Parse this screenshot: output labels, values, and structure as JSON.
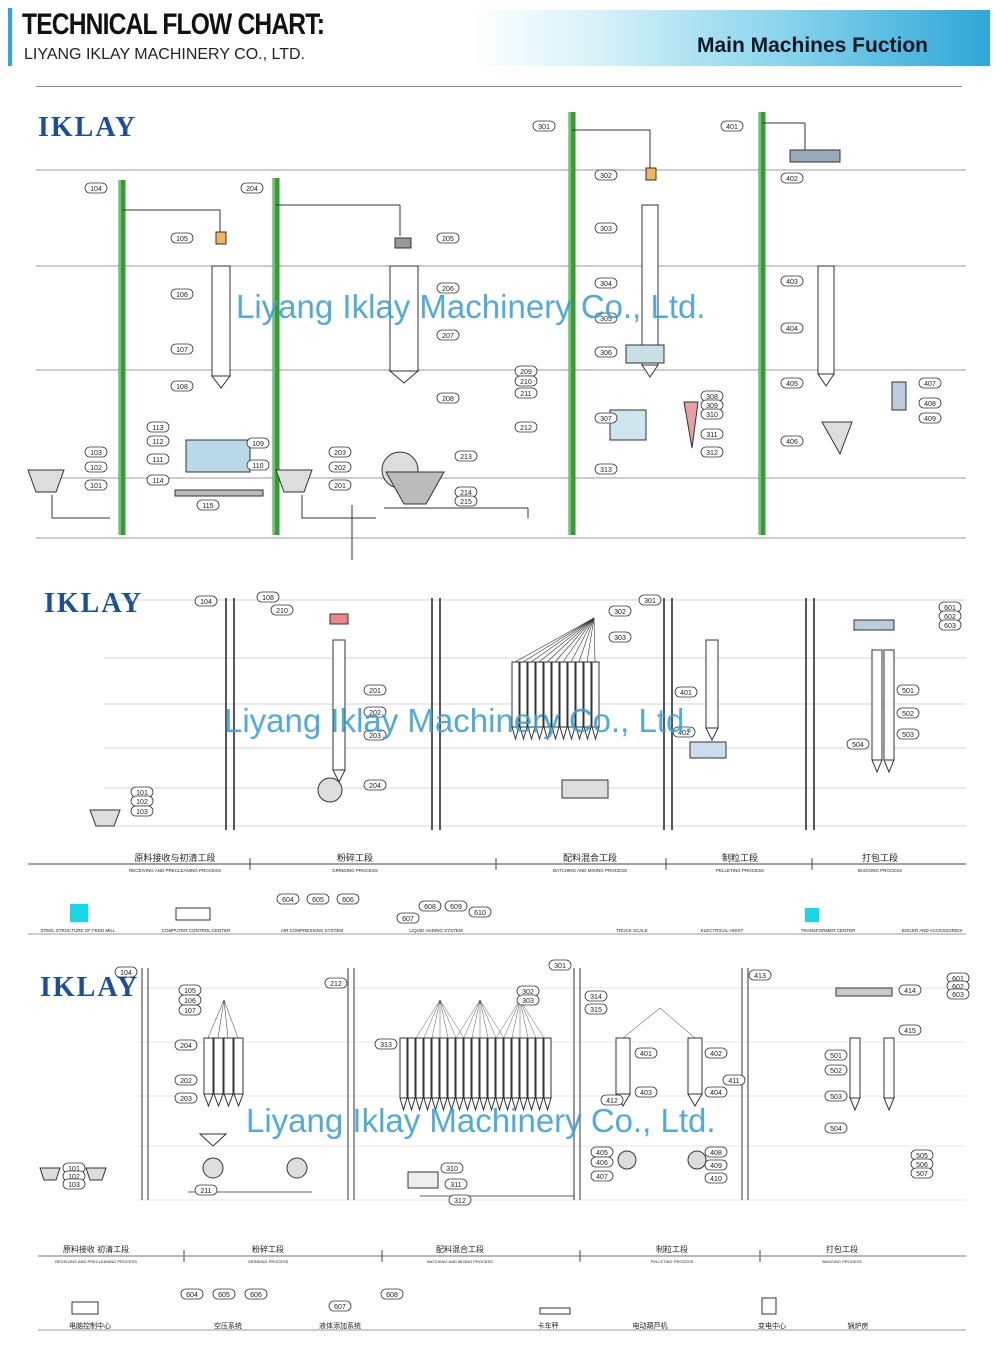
{
  "header": {
    "title": "TECHNICAL FLOW CHART:",
    "subtitle": "LIYANG IKLAY MACHINERY CO., LTD.",
    "banner": "Main Machines Fuction"
  },
  "watermark": "Liyang Iklay Machinery Co., Ltd.",
  "logo": "IKLAY",
  "panel1": {
    "labels": [
      "104",
      "204",
      "105",
      "106",
      "107",
      "108",
      "113",
      "112",
      "111",
      "114",
      "109",
      "110",
      "115",
      "103",
      "102",
      "101",
      "205",
      "206",
      "207",
      "208",
      "209",
      "210",
      "211",
      "212",
      "213",
      "203",
      "202",
      "201",
      "214",
      "215",
      "301",
      "302",
      "303",
      "304",
      "305",
      "306",
      "307",
      "308",
      "309",
      "310",
      "311",
      "312",
      "313",
      "401",
      "402",
      "403",
      "404",
      "405",
      "406",
      "407",
      "408",
      "409"
    ]
  },
  "panel2": {
    "sections": [
      {
        "cn": "原料接收与初清工段",
        "en": "RECEIVING AND PRECLEANING PROCESS"
      },
      {
        "cn": "粉碎工段",
        "en": "GRINDING PROCESS"
      },
      {
        "cn": "配料混合工段",
        "en": "BATCHING AND MIXING PROCESS"
      },
      {
        "cn": "制粒工段",
        "en": "PELLETING PROCESS"
      },
      {
        "cn": "打包工段",
        "en": "BAGGING PROCESS"
      }
    ],
    "aux": [
      "STEEL STRUCTURE OF FEED MILL",
      "COMPUTER CONTROL CENTER",
      "AIR COMPRESSING SYSTEM",
      "LIQUID ADDING SYSTEM",
      "TRUCK SCALE",
      "ELECTRICAL HOIST",
      "TRANSFORMER CENTER",
      "BOILER AND ACCESSORIES"
    ]
  },
  "panel3": {
    "sections": [
      {
        "cn": "原料接收  初清工段",
        "en": "RECEIVING AND PRECLEANING PROCESS"
      },
      {
        "cn": "粉碎工段",
        "en": "GRINDING PROCESS"
      },
      {
        "cn": "配料混合工段",
        "en": "BATCHING AND MIXING PROCESS"
      },
      {
        "cn": "制粒工段",
        "en": "PELLETING PROCESS"
      },
      {
        "cn": "打包工段",
        "en": "BAGGING PROCESS"
      }
    ],
    "aux": [
      "电脑控制中心",
      "空压系统",
      "液体添加系统",
      "卡车秤",
      "电动葫芦机",
      "变电中心",
      "锅炉房"
    ]
  },
  "colors": {
    "accent": "#2ea7d8",
    "pipe": "#3a9a3a",
    "line": "#333333",
    "logo": "#1a4fa0",
    "watermark": "#3aa0d6"
  }
}
